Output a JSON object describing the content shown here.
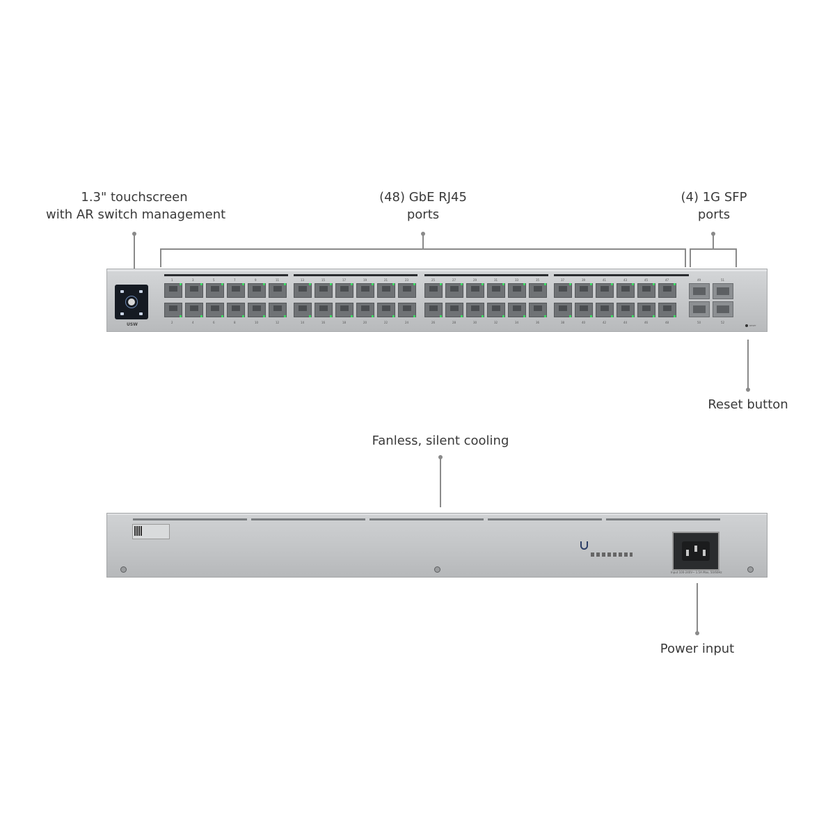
{
  "callouts": {
    "touchscreen": {
      "line1": "1.3\" touchscreen",
      "line2": "with AR switch management"
    },
    "rj45": {
      "line1": "(48) GbE RJ45",
      "line2": "ports"
    },
    "sfp": {
      "line1": "(4) 1G SFP",
      "line2": "ports"
    },
    "reset": "Reset button",
    "cooling": "Fanless, silent cooling",
    "power": "Power input"
  },
  "front_panel": {
    "brand": "USW",
    "top_port_numbers": [
      "1",
      "3",
      "5",
      "7",
      "9",
      "11",
      "13",
      "15",
      "17",
      "19",
      "21",
      "23",
      "25",
      "27",
      "29",
      "31",
      "33",
      "35",
      "37",
      "39",
      "41",
      "43",
      "45",
      "47"
    ],
    "bottom_port_numbers": [
      "2",
      "4",
      "6",
      "8",
      "10",
      "12",
      "14",
      "16",
      "18",
      "20",
      "22",
      "24",
      "26",
      "28",
      "30",
      "32",
      "34",
      "36",
      "38",
      "40",
      "42",
      "44",
      "46",
      "48"
    ],
    "sfp_top_numbers": [
      "49",
      "51"
    ],
    "sfp_bottom_numbers": [
      "50",
      "52"
    ],
    "reset_label": "RESET"
  },
  "back_panel": {
    "power_caption": "Input 100-240V~ 1.5A Max, 50/60Hz"
  }
}
